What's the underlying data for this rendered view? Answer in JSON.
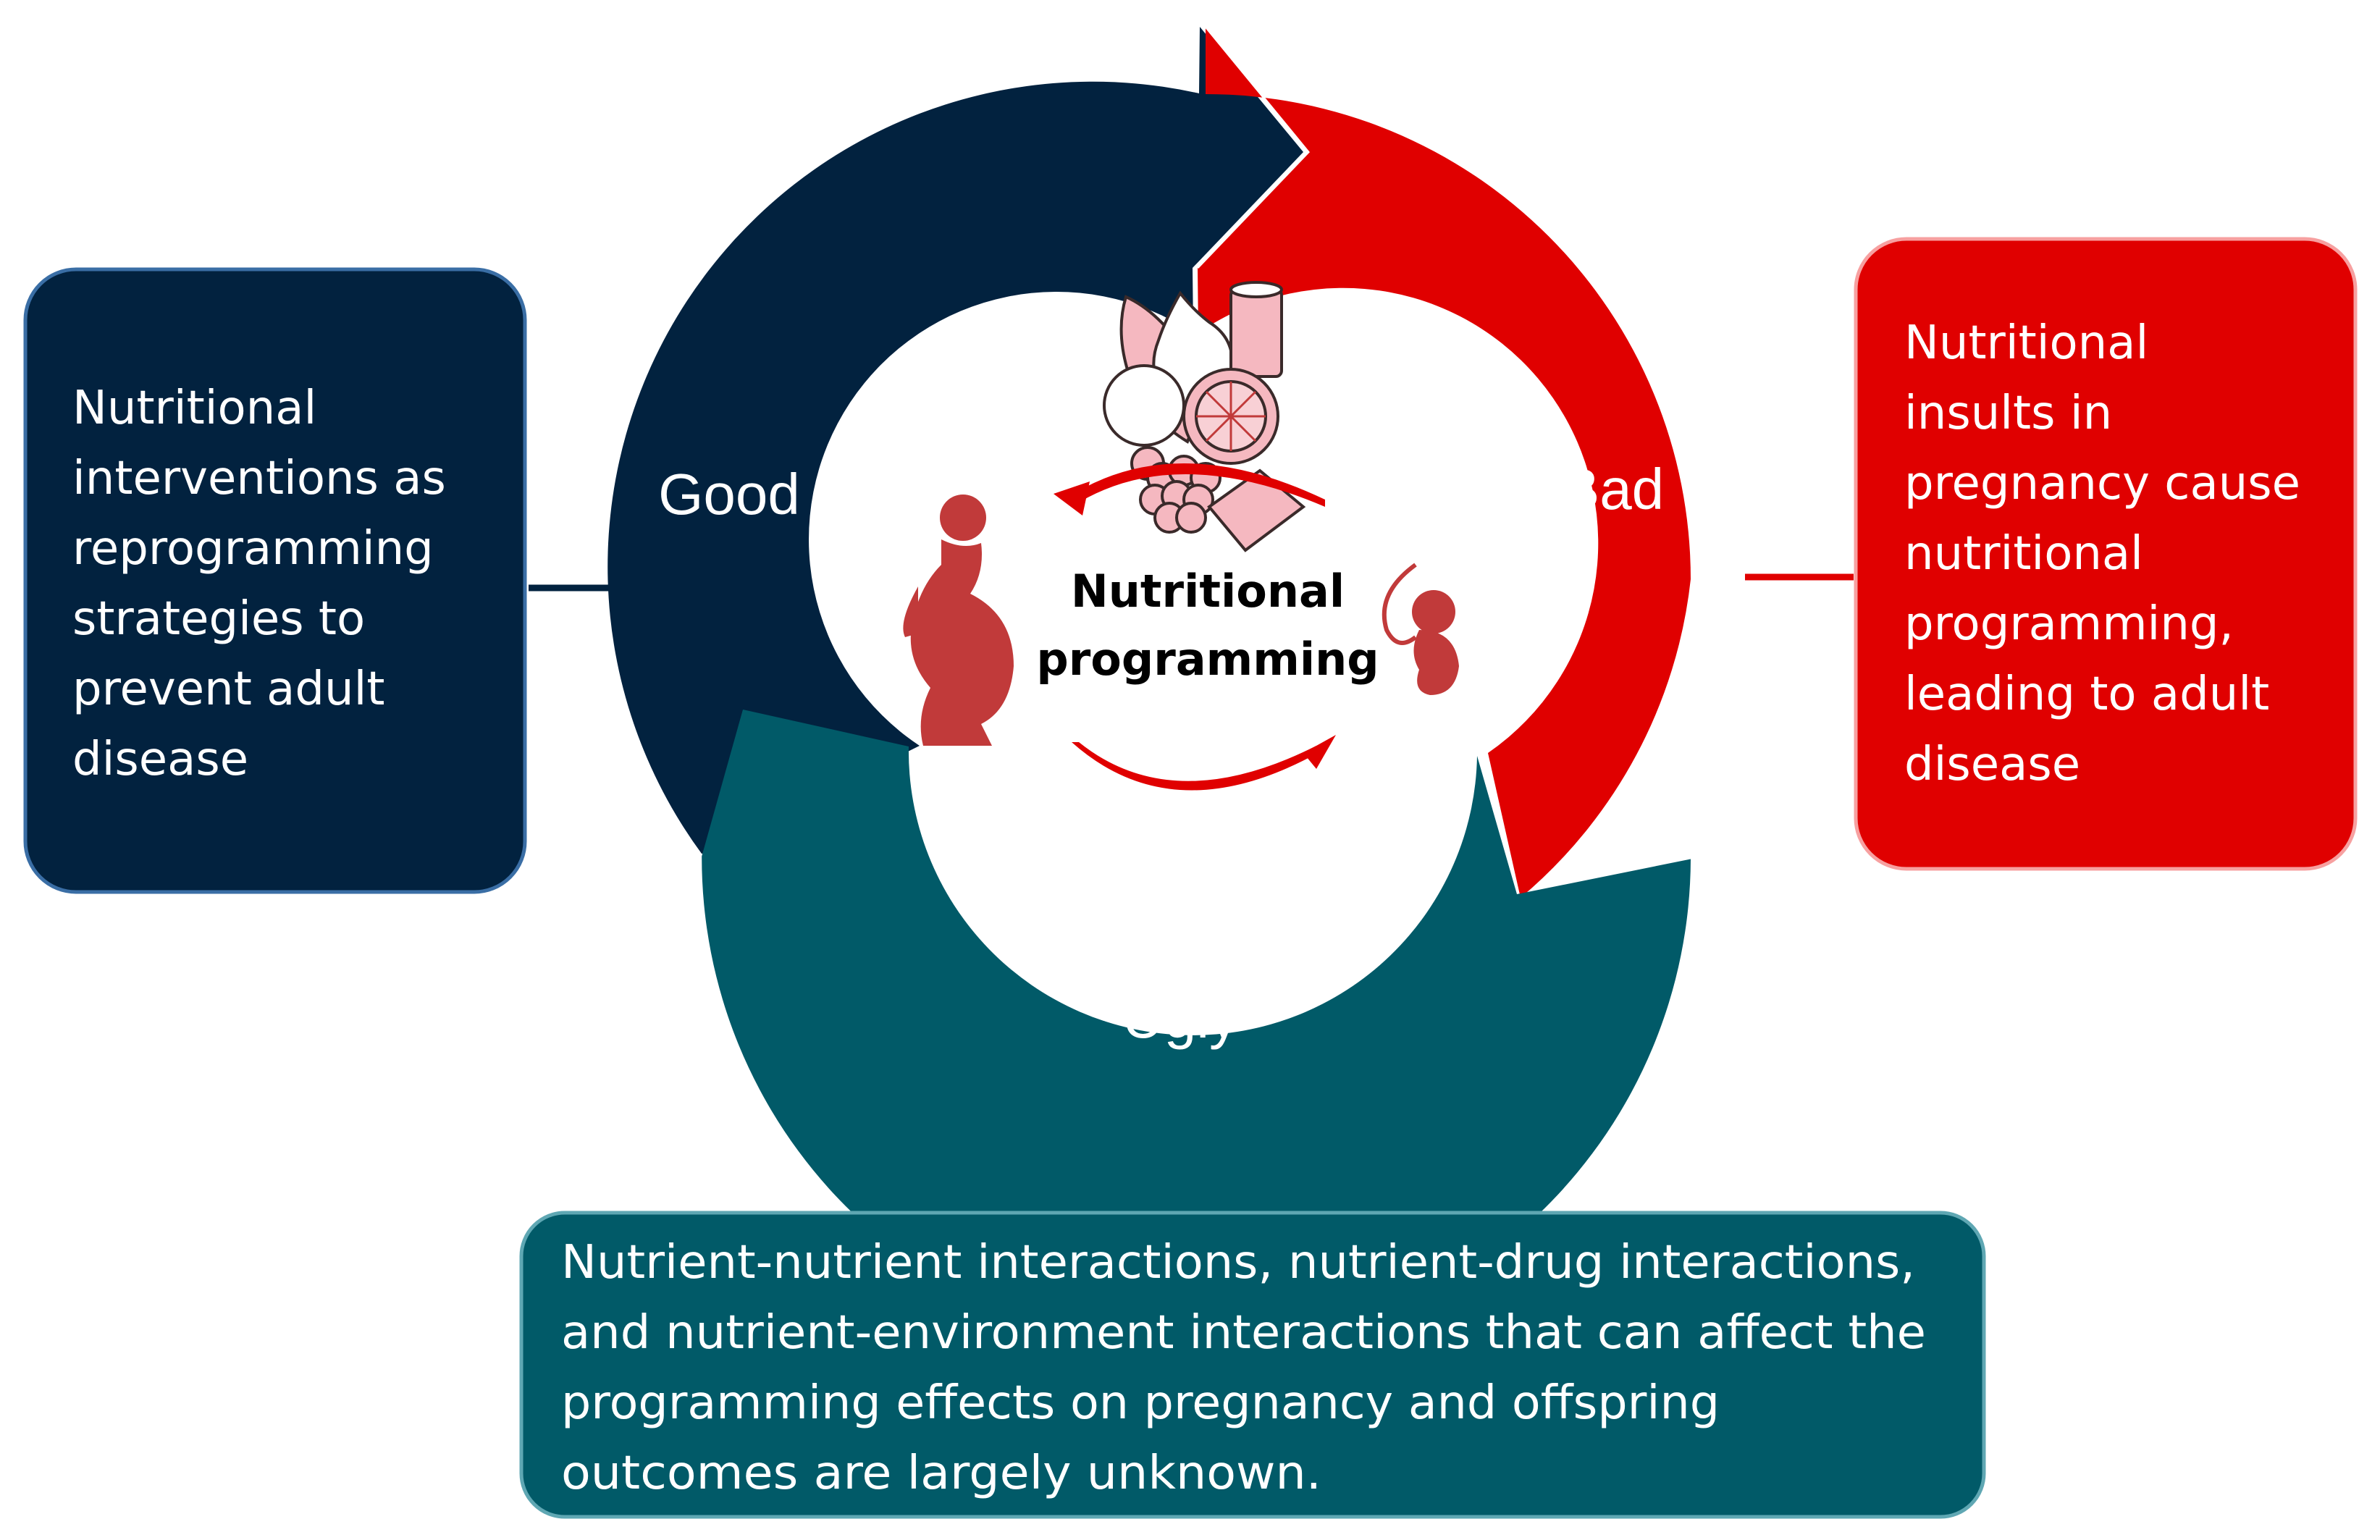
{
  "colors": {
    "good": "#02223F",
    "bad": "#E00000",
    "ugly": "#015A68",
    "illustration": "#C13A3A",
    "white": "#ffffff"
  },
  "segments": {
    "good": "Good",
    "bad": "Bad",
    "ugly": "Ugly"
  },
  "center": {
    "line1": "Nutritional",
    "line2": "programming",
    "icons": [
      "food-icon",
      "pregnant-woman-icon",
      "fetus-icon",
      "cycle-arrow-icon"
    ]
  },
  "boxes": {
    "good": {
      "lines": [
        "Nutritional",
        "interventions as",
        "reprogramming",
        "strategies to",
        "prevent adult",
        "disease"
      ]
    },
    "bad": {
      "lines": [
        "Nutritional",
        "insults in",
        "pregnancy cause",
        "nutritional",
        "programming,",
        "leading to adult",
        "disease"
      ]
    },
    "ugly": {
      "lines": [
        "Nutrient-nutrient interactions, nutrient-drug interactions,",
        "and nutrient-environment interactions that can affect the",
        "programming effects on pregnancy and offspring",
        "outcomes are largely unknown."
      ]
    }
  }
}
